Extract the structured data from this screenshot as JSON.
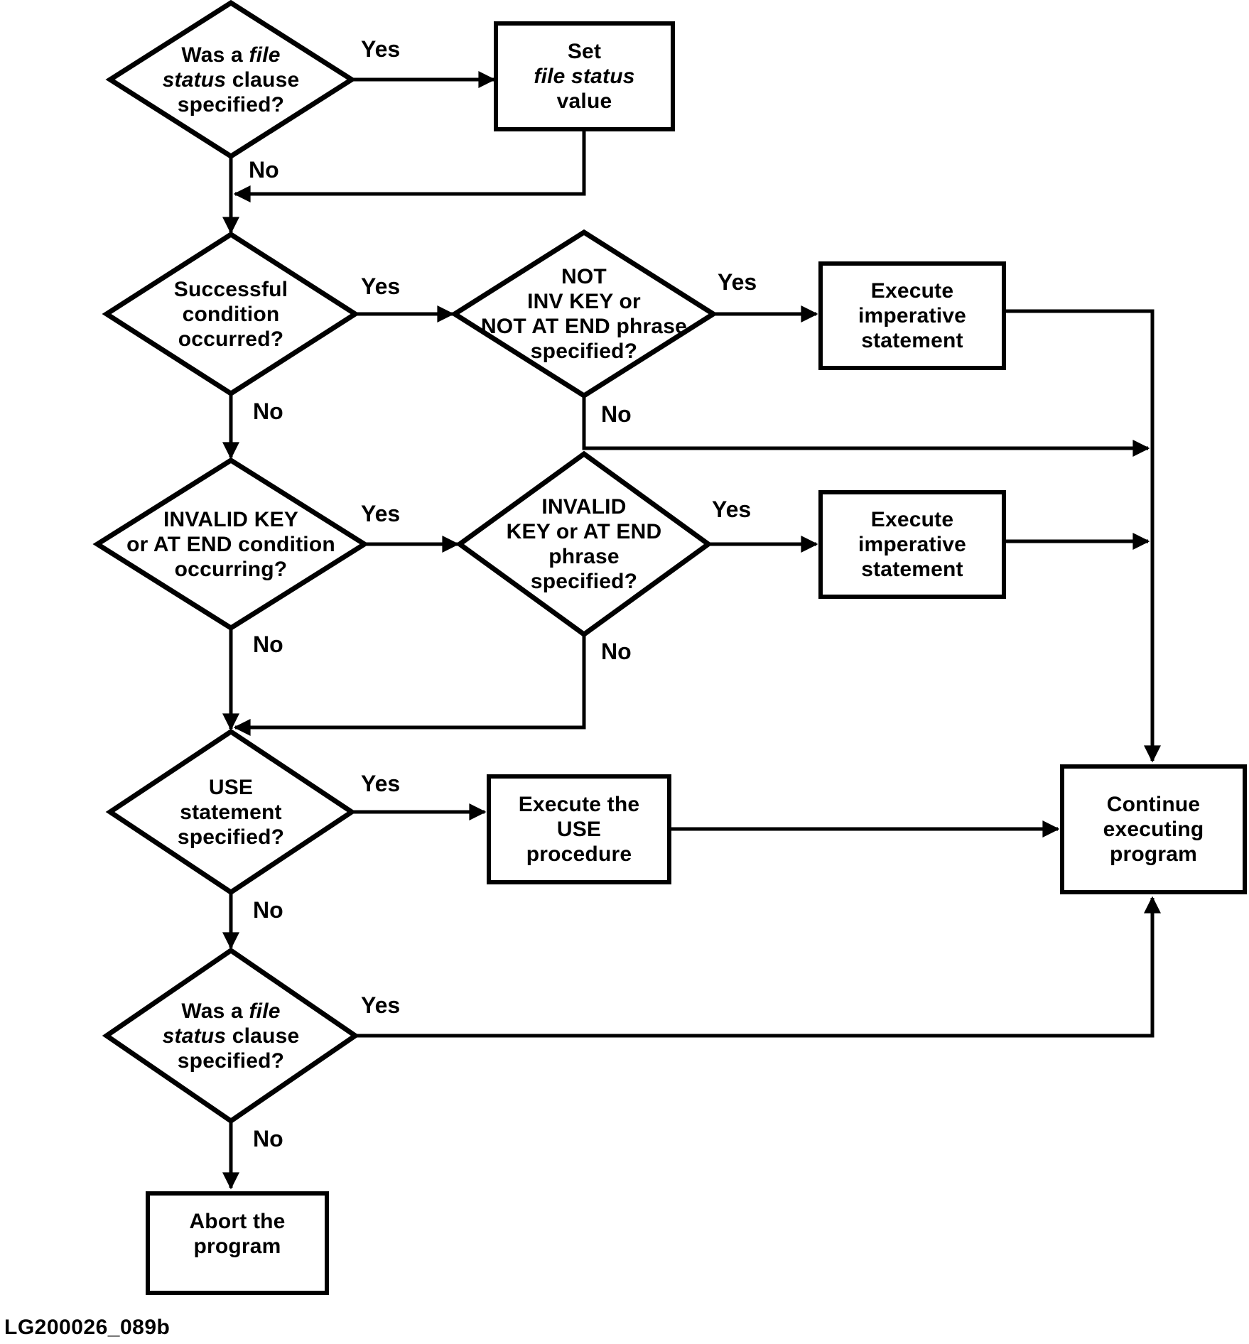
{
  "flowchart": {
    "caption": "LG200026_089b",
    "colors": {
      "ink": "#000000",
      "paper": "#ffffff"
    },
    "yes": "Yes",
    "no": "No",
    "d1": {
      "l1a": "Was a ",
      "l1b": "file",
      "l2a": "status",
      "l2b": " clause",
      "l3": "specified?"
    },
    "set_status": {
      "l1": "Set",
      "l2": "file status",
      "l3": "value"
    },
    "d2": {
      "l1": "Successful",
      "l2": "condition",
      "l3": "occurred?"
    },
    "d3": {
      "l1": "NOT",
      "l2": "INV KEY or",
      "l3": "NOT AT END phrase",
      "l4": "specified?"
    },
    "exec1": {
      "l1": "Execute",
      "l2": "imperative",
      "l3": "statement"
    },
    "d4": {
      "l1": "INVALID KEY",
      "l2": "or AT END condition",
      "l3": "occurring?"
    },
    "d5": {
      "l1": "INVALID",
      "l2": "KEY or AT END",
      "l3": "phrase",
      "l4": "specified?"
    },
    "exec2": {
      "l1": "Execute",
      "l2": "imperative",
      "l3": "statement"
    },
    "d6": {
      "l1": "USE",
      "l2": "statement",
      "l3": "specified?"
    },
    "use_proc": {
      "l1": "Execute the",
      "l2": "USE",
      "l3": "procedure"
    },
    "cont": {
      "l1": "Continue",
      "l2": "executing",
      "l3": "program"
    },
    "d7": {
      "l1a": "Was a ",
      "l1b": "file",
      "l2a": "status",
      "l2b": " clause",
      "l3": "specified?"
    },
    "abort": {
      "l1": "Abort the",
      "l2": "program"
    }
  }
}
